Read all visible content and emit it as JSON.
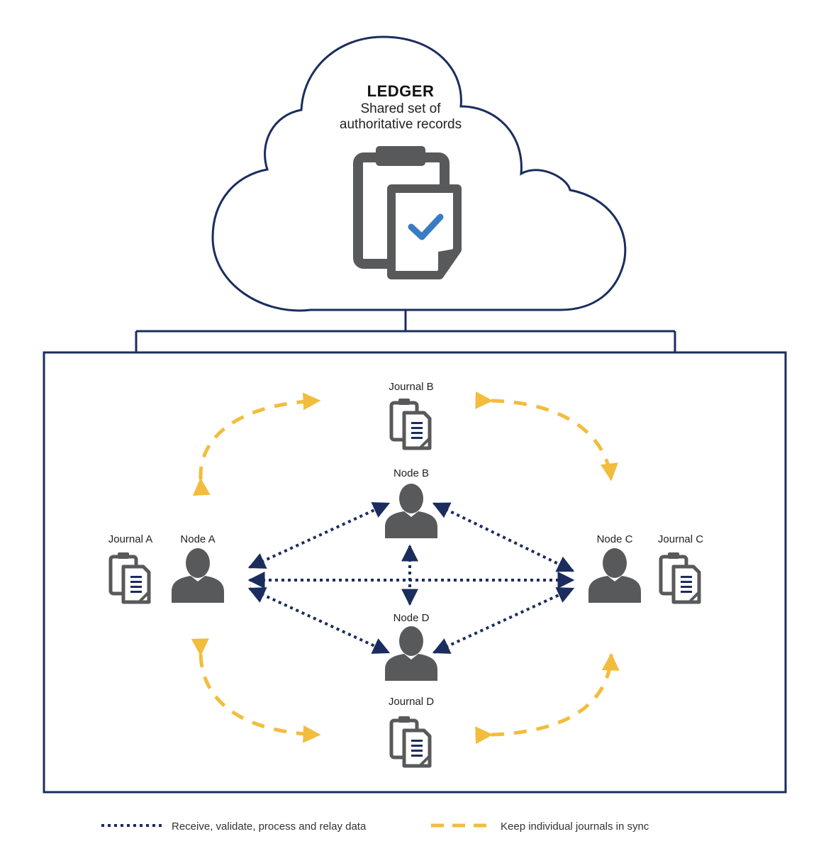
{
  "ledger": {
    "title": "LEDGER",
    "subtitle_line1": "Shared set of",
    "subtitle_line2": "authoritative records"
  },
  "nodes": {
    "a": "Node A",
    "b": "Node B",
    "c": "Node C",
    "d": "Node D"
  },
  "journals": {
    "a": "Journal A",
    "b": "Journal B",
    "c": "Journal C",
    "d": "Journal D"
  },
  "legend": {
    "dotted": "Receive, validate, process and relay data",
    "dashed": "Keep individual journals in sync"
  },
  "colors": {
    "navy": "#1b2d5e",
    "gold": "#f2bd3c",
    "gray": "#58595b",
    "check": "#3a7cc3"
  }
}
